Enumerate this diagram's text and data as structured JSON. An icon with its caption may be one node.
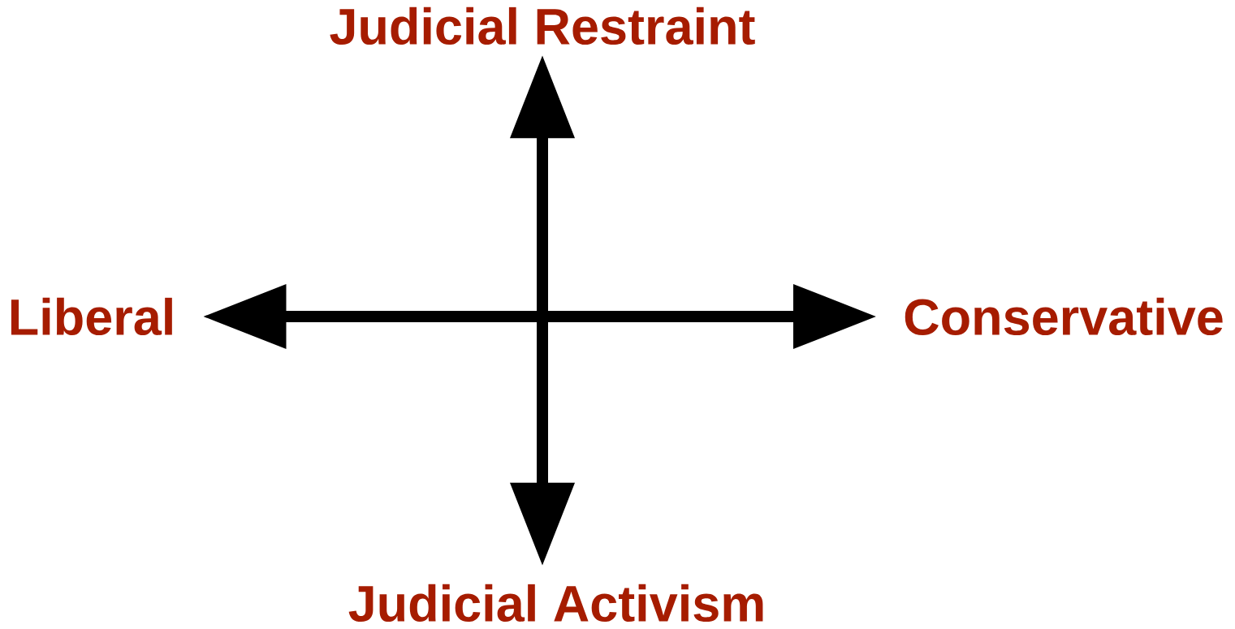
{
  "diagram": {
    "nodes": [
      {
        "text": [
          "Judicial Restraint"
        ]
      },
      {
        "text": [
          "Judicial Activism"
        ]
      },
      {
        "text": [
          "Liberal"
        ]
      },
      {
        "text": [
          "Conservative"
        ]
      }
    ],
    "edges": [
      {
        "from": 2,
        "to": 3,
        "arrow": "both"
      },
      {
        "from": 0,
        "to": 1,
        "arrow": "both"
      }
    ]
  }
}
